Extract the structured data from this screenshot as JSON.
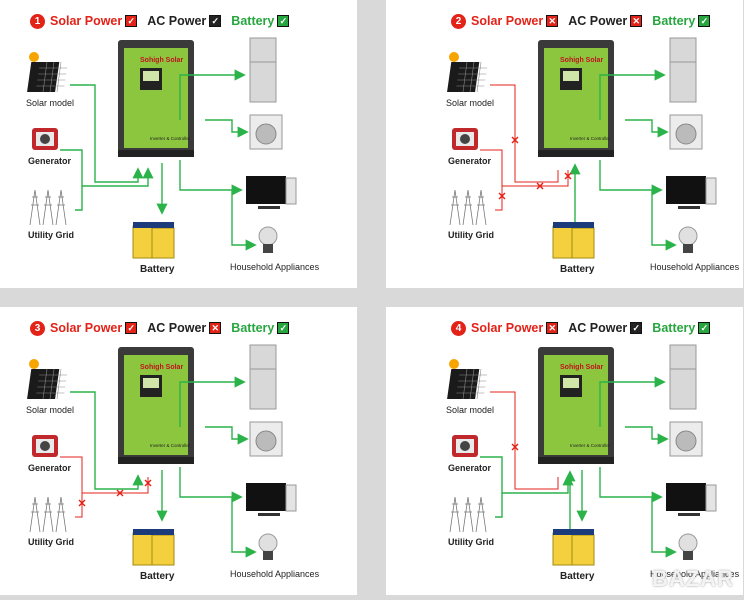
{
  "panels": [
    {
      "number": "1",
      "solar": "Solar Power",
      "ac": "AC Power",
      "battery": "Battery",
      "solar_state": "on",
      "ac_state": "on",
      "battery_state": "on"
    },
    {
      "number": "2",
      "solar": "Solar Power",
      "ac": "AC Power",
      "battery": "Battery",
      "solar_state": "off",
      "ac_state": "off",
      "battery_state": "on"
    },
    {
      "number": "3",
      "solar": "Solar Power",
      "ac": "AC Power",
      "battery": "Battery",
      "solar_state": "on",
      "ac_state": "off",
      "battery_state": "on"
    },
    {
      "number": "4",
      "solar": "Solar Power",
      "ac": "AC Power",
      "battery": "Battery",
      "solar_state": "off",
      "ac_state": "on",
      "battery_state": "on"
    }
  ],
  "labels": {
    "solar_model": "Solar model",
    "generator": "Generator",
    "utility_grid": "Utility Grid",
    "battery": "Battery",
    "household": "Household Appliances",
    "brand": "Sohigh Solar",
    "inverter": "Inverter & Controller"
  },
  "watermark": "BAZAR",
  "colors": {
    "accent_red": "#e32218",
    "green": "#27a640",
    "inverter_green": "#8cc63f",
    "line_green": "#2bb34a"
  }
}
